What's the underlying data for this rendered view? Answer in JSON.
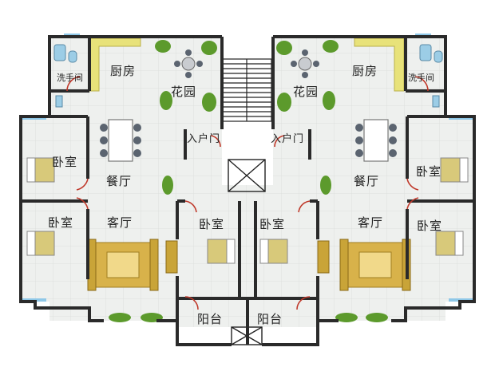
{
  "floorplan": {
    "rooms": {
      "kitchen_left": "厨房",
      "kitchen_right": "厨房",
      "washroom_left": "洗手间",
      "washroom_right": "洗手间",
      "garden_left": "花园",
      "garden_right": "花园",
      "entry_left": "入户门",
      "entry_right": "入户门",
      "bedroom_left_upper": "卧室",
      "bedroom_left_lower": "卧室",
      "bedroom_center_left": "卧室",
      "bedroom_center_right": "卧室",
      "bedroom_right_upper": "卧室",
      "bedroom_right_lower": "卧室",
      "dining_left": "餐厅",
      "dining_right": "餐厅",
      "living_left": "客厅",
      "living_right": "客厅",
      "balcony_left": "阳台",
      "balcony_right": "阳台"
    },
    "colors": {
      "wall": "#2a2a2a",
      "floor": "#eef0ee",
      "kitchen_counter": "#e8e27a",
      "carpet": "#d8b24a",
      "window": "#8fc8e8",
      "plant": "#5c9a2c",
      "bed_cover": "#d8c97a"
    }
  }
}
